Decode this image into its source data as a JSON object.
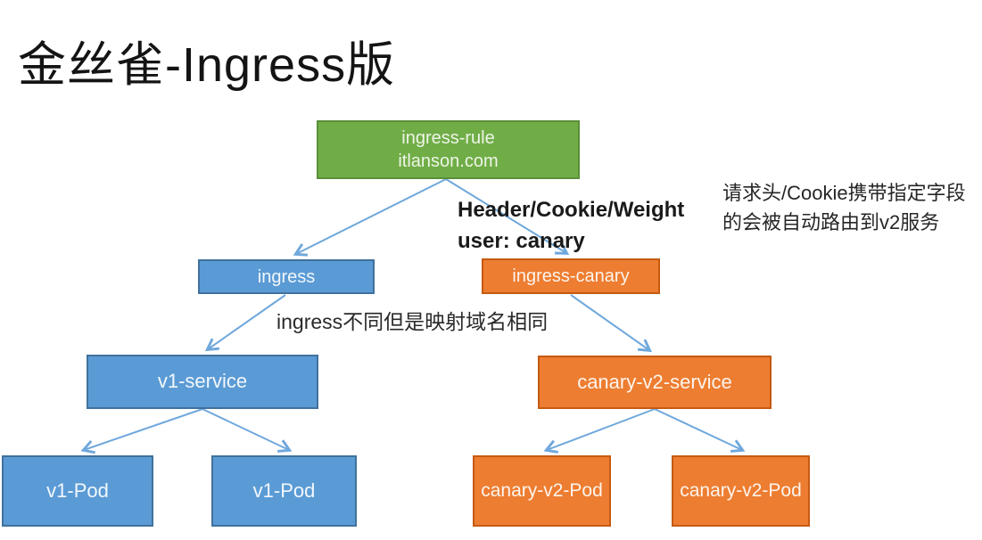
{
  "title": "金丝雀-Ingress版",
  "nodes": {
    "ingress_rule": {
      "line1": "ingress-rule",
      "line2": "itlanson.com"
    },
    "ingress": {
      "label": "ingress"
    },
    "ingress_canary": {
      "label": "ingress-canary"
    },
    "v1_service": {
      "label": "v1-service"
    },
    "canary_v2_service": {
      "label": "canary-v2-service"
    },
    "v1_pod_1": {
      "label": "v1-Pod"
    },
    "v1_pod_2": {
      "label": "v1-Pod"
    },
    "canary_v2_pod_1": {
      "label": "canary-v2-Pod"
    },
    "canary_v2_pod_2": {
      "label": "canary-v2-Pod"
    }
  },
  "annotations": {
    "routing_rule_line1": "Header/Cookie/Weight",
    "routing_rule_line2": "user: canary",
    "ingress_note": "ingress不同但是映射域名相同",
    "canary_note": "请求头/Cookie携带指定字段的会被自动路由到v2服务"
  },
  "colors": {
    "green_fill": "#70ad47",
    "green_border": "#5a8f39",
    "blue_fill": "#5b9bd5",
    "blue_border": "#41719c",
    "orange_fill": "#ed7d31",
    "orange_border": "#c55a11",
    "arrow": "#6fa8dc",
    "title_text": "#141414",
    "box_text": "#ffffff"
  }
}
